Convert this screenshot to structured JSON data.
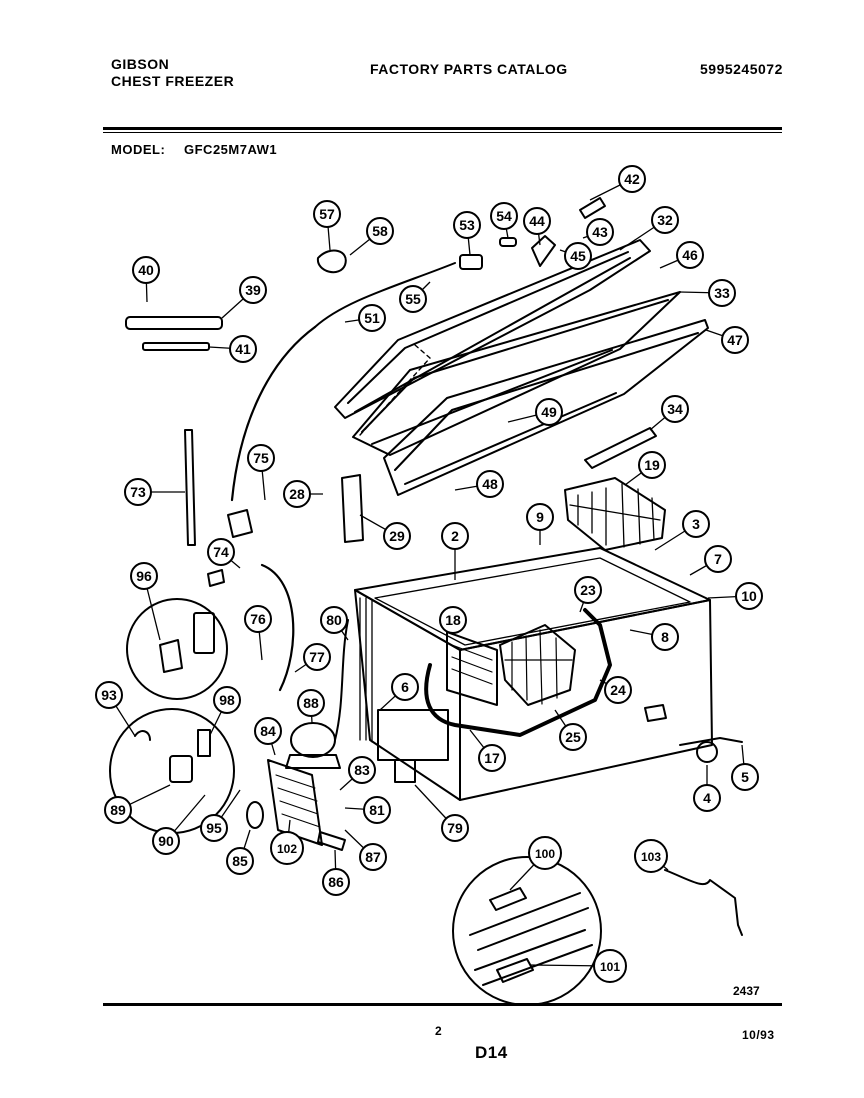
{
  "header": {
    "brand": "GIBSON",
    "product": "CHEST FREEZER",
    "catalog_title": "FACTORY PARTS CATALOG",
    "catalog_number": "5995245072",
    "model_label": "MODEL:",
    "model_number": "GFC25M7AW1"
  },
  "diagram": {
    "callouts": [
      "42",
      "57",
      "58",
      "53",
      "54",
      "44",
      "43",
      "45",
      "32",
      "46",
      "33",
      "47",
      "40",
      "39",
      "55",
      "51",
      "41",
      "49",
      "34",
      "19",
      "75",
      "73",
      "28",
      "29",
      "48",
      "2",
      "9",
      "3",
      "7",
      "10",
      "74",
      "96",
      "23",
      "18",
      "8",
      "80",
      "76",
      "77",
      "6",
      "88",
      "93",
      "98",
      "84",
      "24",
      "25",
      "17",
      "83",
      "81",
      "79",
      "5",
      "4",
      "89",
      "90",
      "95",
      "85",
      "102",
      "87",
      "86",
      "100",
      "103",
      "101"
    ],
    "inset_label_8": "8",
    "figure_number": "2437"
  },
  "footer": {
    "page_number": "2",
    "section_code": "D14",
    "date": "10/93"
  }
}
